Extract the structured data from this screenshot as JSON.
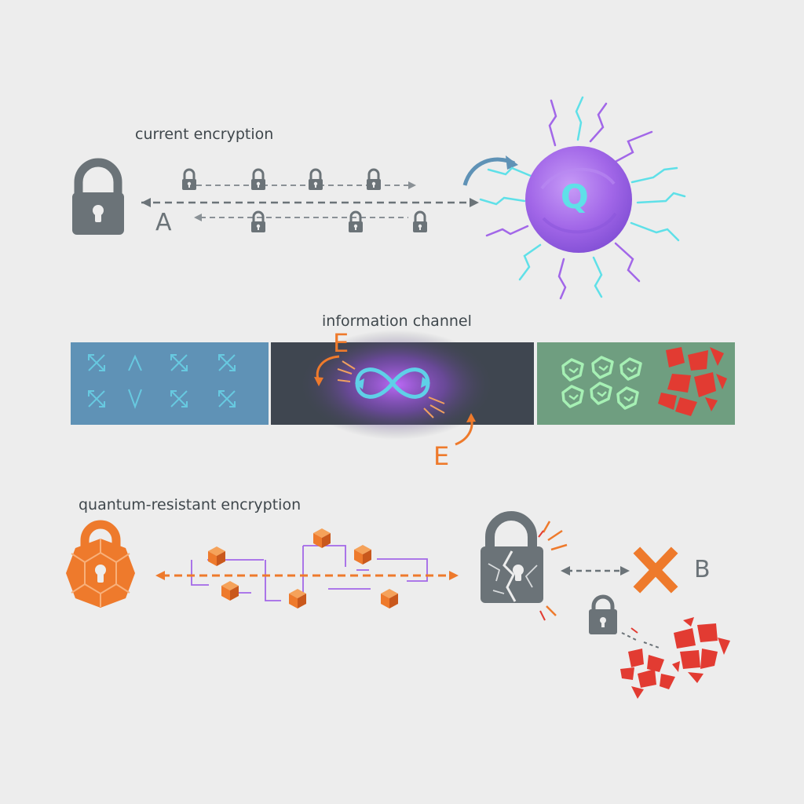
{
  "sections": {
    "current": {
      "title": "current encryption",
      "node_label": "A",
      "quantum_label": "Q"
    },
    "channel": {
      "title": "information channel",
      "eve_top": "E",
      "eve_bottom": "E"
    },
    "resistant": {
      "title": "quantum-resistant encryption",
      "node_label": "B"
    }
  },
  "colors": {
    "background": "#ededed",
    "lock_gray": "#6b7378",
    "quantum_purple": "#a267e8",
    "cyan": "#5fe0e8",
    "orange": "#ee7a2c",
    "red": "#e23b32",
    "panel_blue": "#5f92b6",
    "panel_dark": "#3f4650",
    "panel_green": "#6f9e80",
    "mint": "#a6f0b4"
  },
  "icons": [
    "padlock-icon",
    "quantum-q-icon",
    "infinity-icon",
    "orange-lattice-lock-icon",
    "broken-lock-icon",
    "x-mark-icon",
    "cube-icon"
  ]
}
